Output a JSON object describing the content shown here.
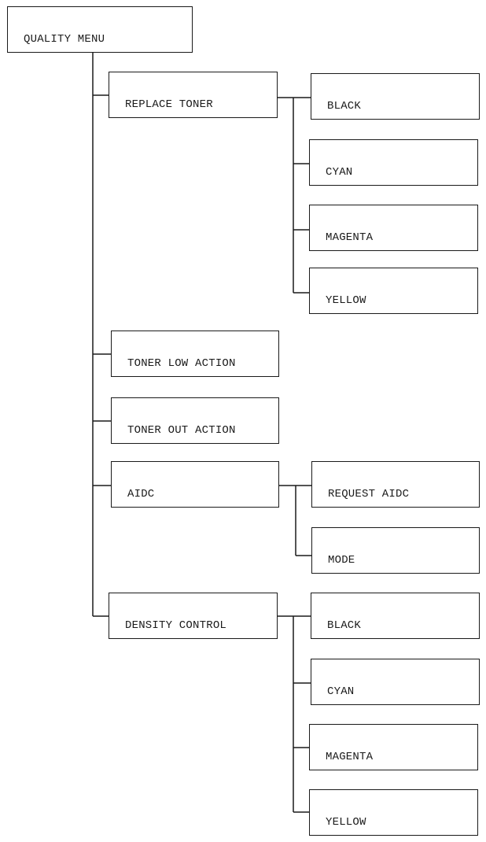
{
  "menu": {
    "root": "QUALITY MENU",
    "items": [
      {
        "label": "REPLACE TONER",
        "children": [
          "BLACK",
          "CYAN",
          "MAGENTA",
          "YELLOW"
        ]
      },
      {
        "label": "TONER LOW ACTION",
        "children": []
      },
      {
        "label": "TONER OUT ACTION",
        "children": []
      },
      {
        "label": "AIDC",
        "children": [
          "REQUEST AIDC",
          "MODE"
        ]
      },
      {
        "label": "DENSITY CONTROL",
        "children": [
          "BLACK",
          "CYAN",
          "MAGENTA",
          "YELLOW"
        ]
      }
    ]
  }
}
